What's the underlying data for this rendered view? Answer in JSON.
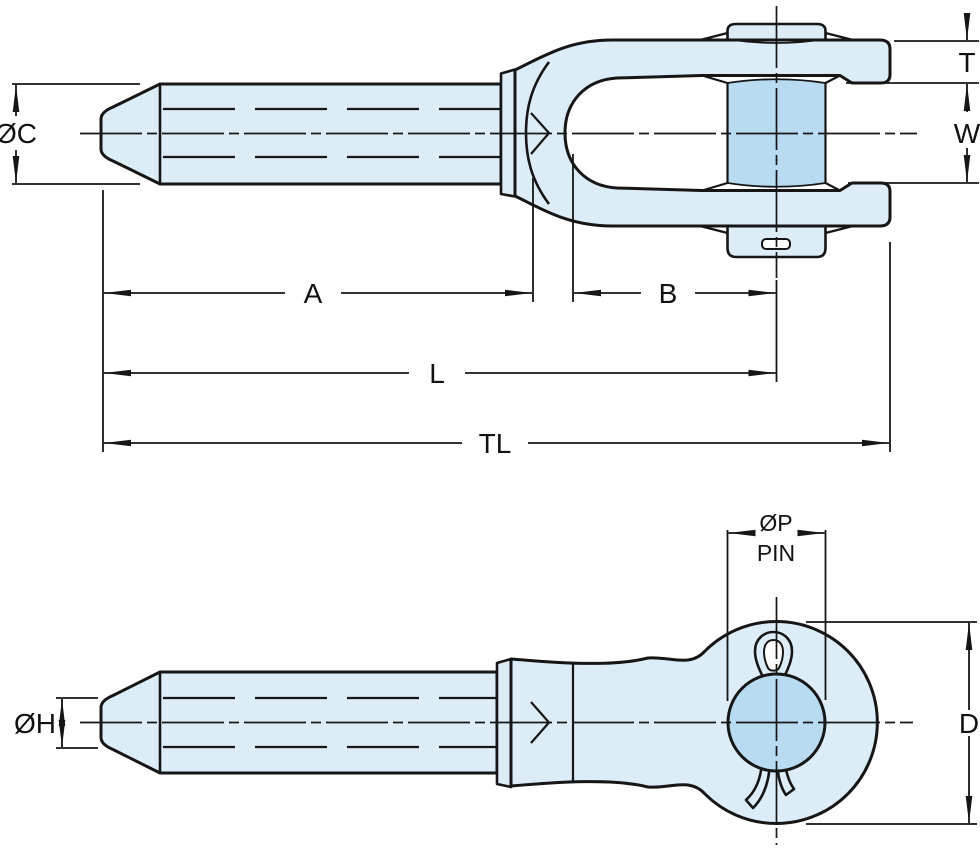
{
  "colors": {
    "bg": "#ffffff",
    "body": "#ddedf8",
    "pin": "#b9dbf2",
    "line": "#161616",
    "text": "#111111"
  },
  "labels": {
    "shank_diameter": "ØC",
    "ear_thickness": "T",
    "jaw_width": "W",
    "dim_a": "A",
    "dim_b": "B",
    "dim_l": "L",
    "dim_tl": "TL",
    "pin_diameter": "ØP",
    "pin_word": "PIN",
    "bore_diameter": "ØH",
    "eye_diameter": "D"
  }
}
